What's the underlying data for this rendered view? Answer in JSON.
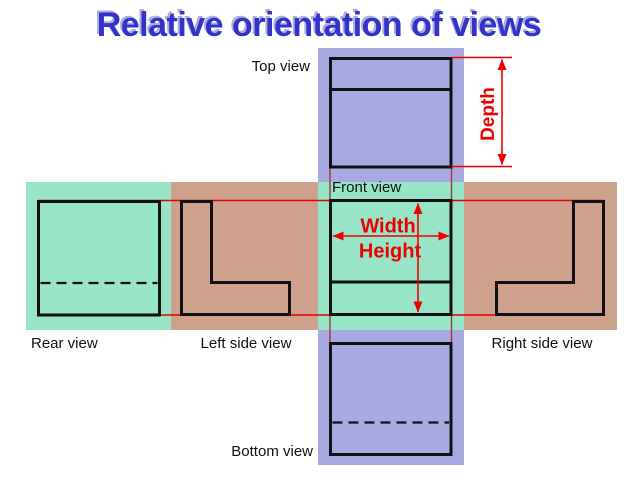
{
  "title": {
    "text": "Relative orientation of views"
  },
  "view_labels": {
    "top": "Top view",
    "front": "Front view",
    "rear": "Rear view",
    "left": "Left side view",
    "right": "Right side view",
    "bottom": "Bottom view"
  },
  "dimension_labels": {
    "width": "Width",
    "height": "Height",
    "depth": "Depth"
  },
  "colors": {
    "title_blue": "#3333c8",
    "band_purple": "#a9a9e2",
    "band_teal": "#97e4c6",
    "band_brown": "#cda18b",
    "dimension_red": "#ee0000",
    "projection_red": "#e60000",
    "projection_crimson": "#a03535",
    "outline_black": "#111111",
    "label_black": "#111111"
  }
}
